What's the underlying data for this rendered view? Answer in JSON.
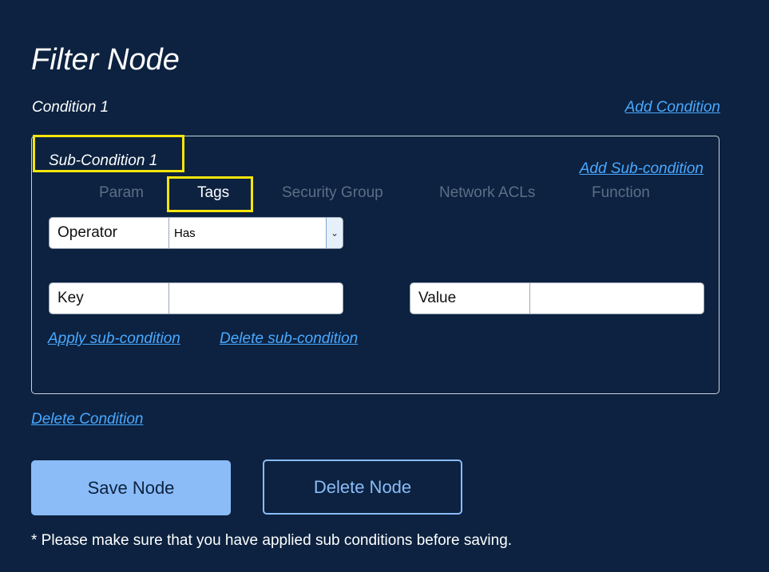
{
  "page": {
    "title": "Filter Node",
    "condition_label": "Condition 1",
    "add_condition": "Add Condition",
    "delete_condition": "Delete Condition"
  },
  "subcondition": {
    "label": "Sub-Condition 1",
    "add_label": "Add Sub-condition",
    "tabs": [
      {
        "label": "Param",
        "active": false
      },
      {
        "label": "Tags",
        "active": true
      },
      {
        "label": "Security Group",
        "active": false
      },
      {
        "label": "Network ACLs",
        "active": false
      },
      {
        "label": "Function",
        "active": false
      }
    ],
    "operator": {
      "label": "Operator",
      "value": "Has"
    },
    "key": {
      "label": "Key",
      "value": ""
    },
    "value": {
      "label": "Value",
      "value": ""
    },
    "apply_label": "Apply sub-condition",
    "delete_label": "Delete sub-condition"
  },
  "actions": {
    "save_label": "Save Node",
    "delete_label": "Delete Node"
  },
  "note": "* Please make sure that you have applied sub conditions before saving.",
  "colors": {
    "background": "#0c2240",
    "link": "#4aa8ff",
    "highlight": "#f5e50a",
    "primary_button": "#8bbcf8",
    "inactive_tab": "#5d6e86"
  }
}
